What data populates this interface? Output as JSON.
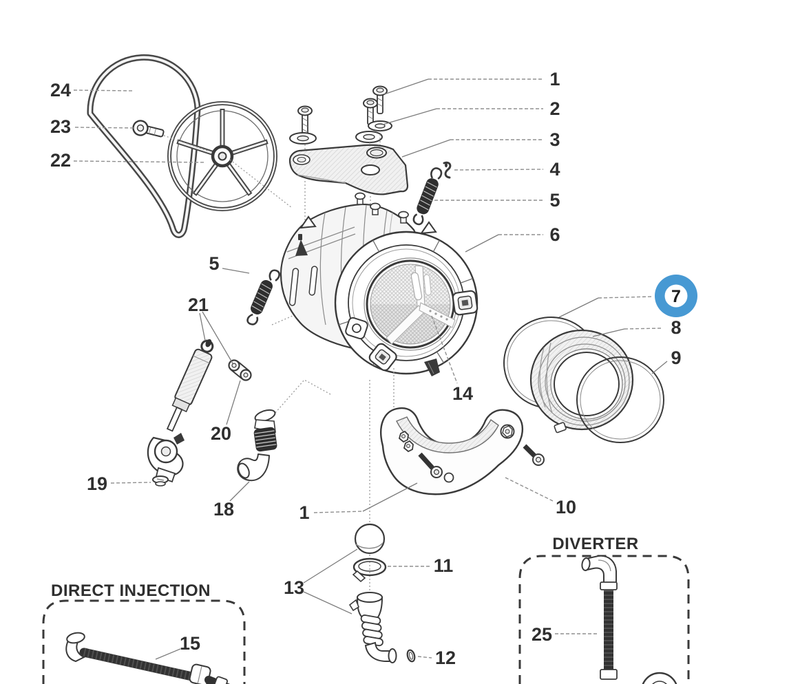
{
  "colors": {
    "highlight": "#4799d3",
    "line": "#3a3a3a",
    "leader": "#8f8f8f",
    "label": "#2f2f2f",
    "background": "#ffffff"
  },
  "sections": {
    "direct_injection": "DIRECT INJECTION",
    "diverter": "DIVERTER"
  },
  "highlighted_callout": "7",
  "callouts": {
    "n1": "1",
    "n2": "2",
    "n3": "3",
    "n4": "4",
    "n5": "5",
    "n6": "6",
    "n7": "7",
    "n8": "8",
    "n9": "9",
    "n10": "10",
    "n11": "11",
    "n12": "12",
    "n13": "13",
    "n14": "14",
    "n15": "15",
    "n18": "18",
    "n19": "19",
    "n20": "20",
    "n21": "21",
    "n22": "22",
    "n23": "23",
    "n24": "24",
    "n25": "25",
    "n1_bottom": "1",
    "n5_left": "5"
  }
}
